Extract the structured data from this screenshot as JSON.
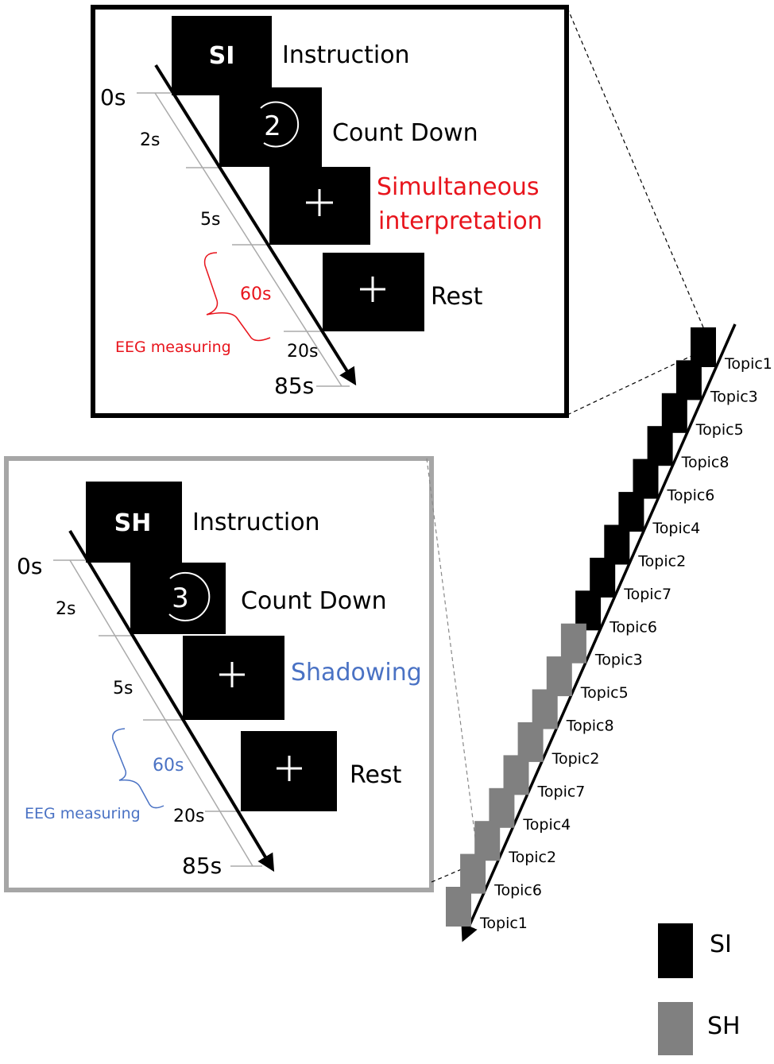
{
  "colors": {
    "si_block": "#000000",
    "sh_block": "#808080",
    "si_accent": "#e8141c",
    "sh_accent": "#4a72c4",
    "sh_panel_border": "#a6a6a6"
  },
  "si_panel": {
    "block_label": "SI",
    "countdown_number": "2",
    "steps": {
      "instruction": "Instruction",
      "countdown": "Count Down",
      "task_line1": "Simultaneous",
      "task_line2": "interpretation",
      "rest": "Rest"
    },
    "times": {
      "t0": "0s",
      "t1": "2s",
      "t2": "5s",
      "t3": "20s",
      "end": "85s",
      "eeg_duration": "60s"
    },
    "eeg_label": "EEG measuring"
  },
  "sh_panel": {
    "block_label": "SH",
    "countdown_number": "3",
    "steps": {
      "instruction": "Instruction",
      "countdown": "Count Down",
      "task": "Shadowing",
      "rest": "Rest"
    },
    "times": {
      "t0": "0s",
      "t1": "2s",
      "t2": "5s",
      "t3": "20s",
      "end": "85s",
      "eeg_duration": "60s"
    },
    "eeg_label": "EEG measuring"
  },
  "sequence": [
    {
      "topic": "Topic1",
      "condition": "SI"
    },
    {
      "topic": "Topic3",
      "condition": "SI"
    },
    {
      "topic": "Topic5",
      "condition": "SI"
    },
    {
      "topic": "Topic8",
      "condition": "SI"
    },
    {
      "topic": "Topic6",
      "condition": "SI"
    },
    {
      "topic": "Topic4",
      "condition": "SI"
    },
    {
      "topic": "Topic2",
      "condition": "SI"
    },
    {
      "topic": "Topic7",
      "condition": "SI"
    },
    {
      "topic": "Topic6",
      "condition": "SI"
    },
    {
      "topic": "Topic3",
      "condition": "SH"
    },
    {
      "topic": "Topic5",
      "condition": "SH"
    },
    {
      "topic": "Topic8",
      "condition": "SH"
    },
    {
      "topic": "Topic2",
      "condition": "SH"
    },
    {
      "topic": "Topic7",
      "condition": "SH"
    },
    {
      "topic": "Topic4",
      "condition": "SH"
    },
    {
      "topic": "Topic2",
      "condition": "SH"
    },
    {
      "topic": "Topic6",
      "condition": "SH"
    },
    {
      "topic": "Topic1",
      "condition": "SH"
    }
  ],
  "legend": {
    "si": "SI",
    "sh": "SH"
  }
}
